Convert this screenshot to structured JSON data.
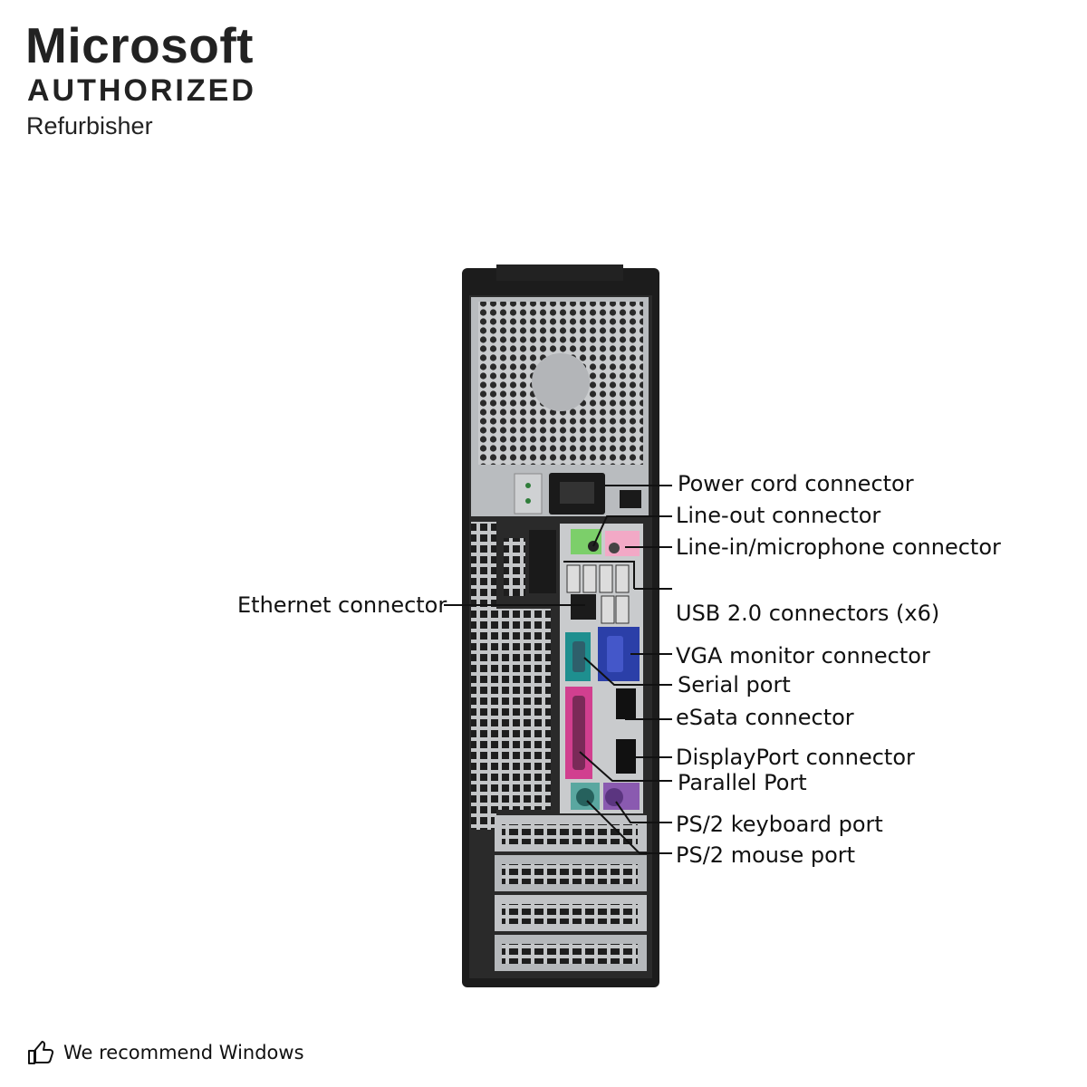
{
  "brand": {
    "name": "Microsoft",
    "tagline": "AUTHORIZED",
    "role": "Refurbisher"
  },
  "diagram": {
    "labels": {
      "power": "Power cord connector",
      "line_out": "Line-out connector",
      "line_in": "Line-in/microphone connector",
      "ethernet": "Ethernet connector",
      "usb": "USB 2.0 connectors (x6)",
      "vga": "VGA monitor connector",
      "serial": "Serial port",
      "esata": "eSata connector",
      "displayport": "DisplayPort connector",
      "parallel": "Parallel Port",
      "ps2_keyboard": "PS/2 keyboard port",
      "ps2_mouse": "PS/2 mouse port"
    },
    "colors": {
      "chassis": "#1c1c1c",
      "metal": "#b9bcbf",
      "line_out": "#7ccf6a",
      "line_in": "#f2a9c6",
      "vga": "#2b3fa8",
      "serial": "#1e8f8f",
      "parallel": "#d13f8f",
      "ps2_keyboard": "#5aa7a0",
      "ps2_mouse": "#8a5ab0"
    }
  },
  "footer": {
    "icon": "thumbs-up-icon",
    "text": "We recommend Windows"
  }
}
